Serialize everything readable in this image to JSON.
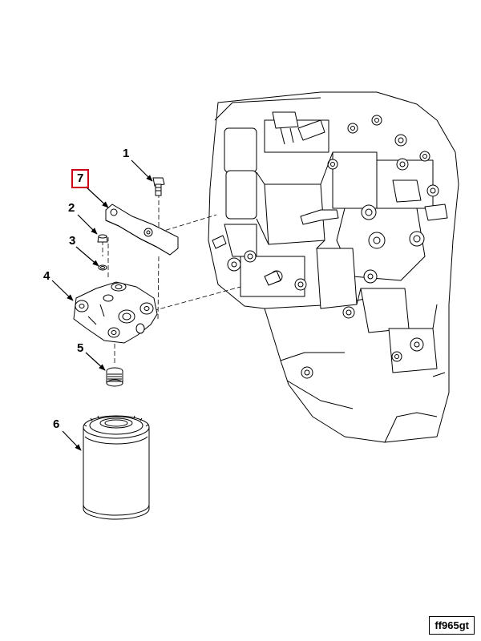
{
  "callouts": {
    "c1": "1",
    "c2": "2",
    "c3": "3",
    "c4": "4",
    "c5": "5",
    "c6": "6",
    "c7": "7"
  },
  "highlight_color": "#d0021b",
  "drawing_code": "ff965gt"
}
